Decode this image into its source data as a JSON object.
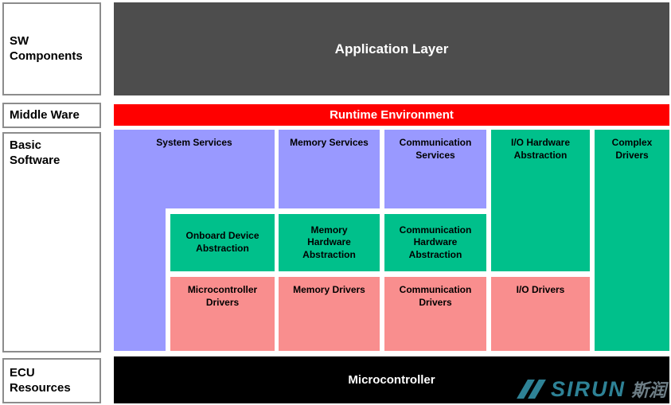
{
  "sidebar": {
    "items": [
      {
        "label": "SW Components"
      },
      {
        "label": "Middle Ware"
      },
      {
        "label": "Basic Software"
      },
      {
        "label": "ECU Resources"
      }
    ]
  },
  "layers": {
    "application": "Application Layer",
    "runtime": "Runtime Environment",
    "microcontroller": "Microcontroller"
  },
  "blocks": {
    "system_services": "System Services",
    "memory_services": "Memory Services",
    "communication_services": "Communication Services",
    "io_hardware_abstraction": "I/O Hardware Abstraction",
    "complex_drivers": "Complex Drivers",
    "onboard_device_abstraction": "Onboard Device Abstraction",
    "memory_hardware_abstraction": "Memory Hardware Abstraction",
    "communication_hardware_abstraction": "Communication Hardware Abstraction",
    "microcontroller_drivers": "Microcontroller Drivers",
    "memory_drivers": "Memory Drivers",
    "communication_drivers": "Communication Drivers",
    "io_drivers": "I/O Drivers"
  },
  "colors": {
    "application_layer": "#4D4D4D",
    "runtime_environment": "#FF0000",
    "services": "#9999FF",
    "hardware_abstraction": "#00C08B",
    "drivers": "#F98E8E",
    "microcontroller": "#000000",
    "sidebar_border": "#8C8C8C",
    "watermark_teal": "#2E8296",
    "watermark_gray": "#6E7E86"
  },
  "watermark": {
    "brand": "SIRUN",
    "cjk": "斯润"
  }
}
